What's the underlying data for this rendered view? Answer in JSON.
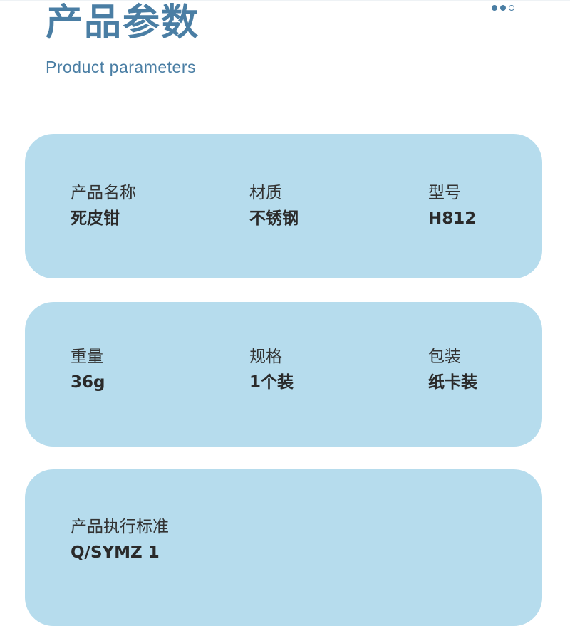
{
  "header": {
    "title_cn": "产品参数",
    "title_en": "Product parameters"
  },
  "colors": {
    "accent": "#4a7ea4",
    "card_bg": "#b6dced"
  },
  "cards": [
    {
      "fields": [
        {
          "label": "产品名称",
          "value": "死皮钳"
        },
        {
          "label": "材质",
          "value": "不锈钢"
        },
        {
          "label": "型号",
          "value": "H812"
        }
      ]
    },
    {
      "fields": [
        {
          "label": "重量",
          "value": "36g"
        },
        {
          "label": "规格",
          "value": "1个装"
        },
        {
          "label": "包装",
          "value": "纸卡装"
        }
      ]
    },
    {
      "fields": [
        {
          "label": "产品执行标准",
          "value": "Q/SYMZ 1"
        }
      ]
    }
  ]
}
